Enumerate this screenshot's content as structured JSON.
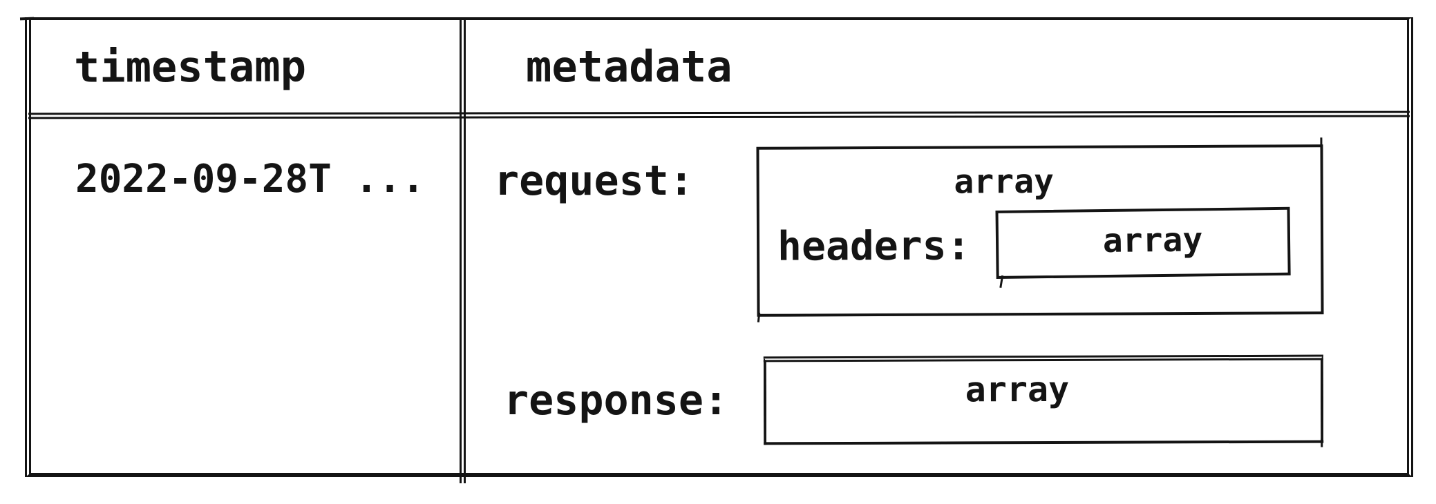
{
  "colors": {
    "ink": "#141414",
    "background": "#ffffff"
  },
  "table": {
    "columns": [
      {
        "header": "timestamp"
      },
      {
        "header": "metadata"
      }
    ],
    "rows": [
      {
        "timestamp": "2022-09-28T ...",
        "metadata": {
          "request": {
            "key": "request:",
            "value_type": "array",
            "headers": {
              "key": "headers:",
              "value_type": "array"
            }
          },
          "response": {
            "key": "response:",
            "value_type": "array"
          }
        }
      }
    ]
  }
}
